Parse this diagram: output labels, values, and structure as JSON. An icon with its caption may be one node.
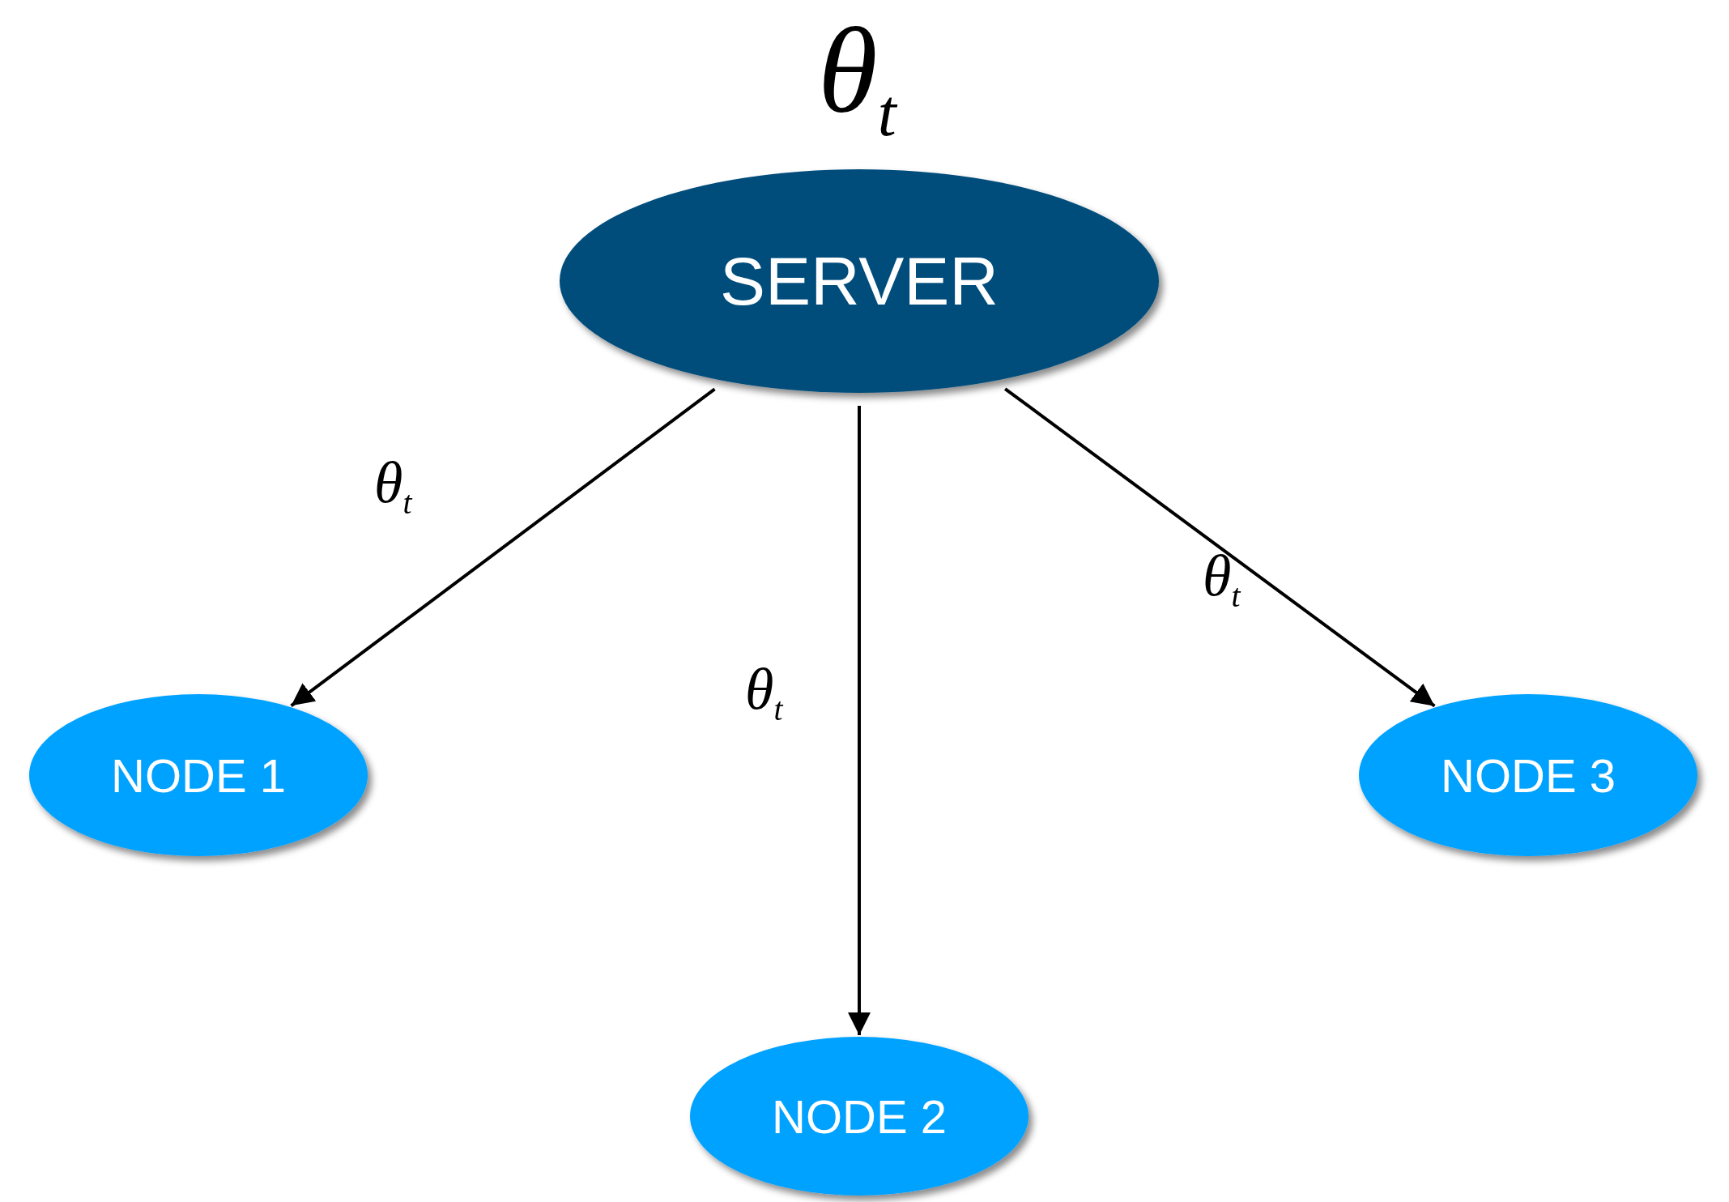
{
  "diagram": {
    "nodes": [
      {
        "text": [
          "SERVER"
        ],
        "beside": [
          "θ$_{t}$"
        ]
      },
      {
        "text": [
          "NODE 1"
        ]
      },
      {
        "text": [
          "NODE 2"
        ]
      },
      {
        "text": [
          "NODE 3"
        ]
      }
    ],
    "edges": [
      {
        "from": 0,
        "to": 1,
        "arrow": "to",
        "label": "θ$_{t}$"
      },
      {
        "from": 0,
        "to": 2,
        "arrow": "to",
        "label": "θ$_{t}$"
      },
      {
        "from": 0,
        "to": 3,
        "arrow": "to",
        "label": "θ$_{t}$"
      }
    ]
  }
}
